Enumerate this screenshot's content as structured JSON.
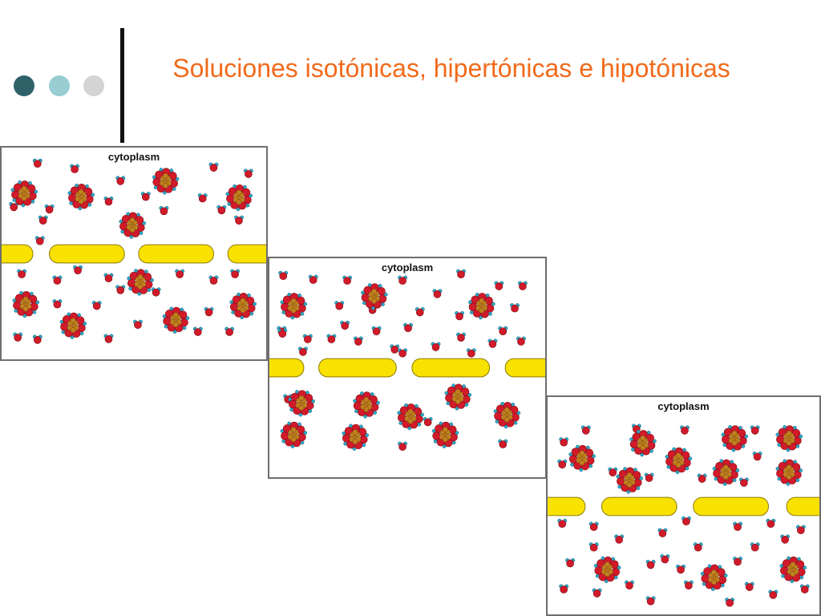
{
  "slide": {
    "title": "Soluciones isotónicas, hipertónicas e hipotónicas"
  },
  "decor": {
    "dots": [
      "#2f6268",
      "#97cdd3",
      "#d4d4d4"
    ],
    "bar_color": "#111111"
  },
  "colors": {
    "membrane_fill": "#f9e100",
    "membrane_stroke": "#8a7a00",
    "water_oxygen": "#d11a2a",
    "water_hydrogen": "#2ea8c8",
    "solute_core": "#c2801e",
    "panel_border": "#6e6e6e"
  },
  "panels": [
    {
      "id": "panel-1",
      "label": "cytoplasm"
    },
    {
      "id": "panel-2",
      "label": "cytoplasm"
    },
    {
      "id": "panel-3",
      "label": "cytoplasm"
    }
  ]
}
